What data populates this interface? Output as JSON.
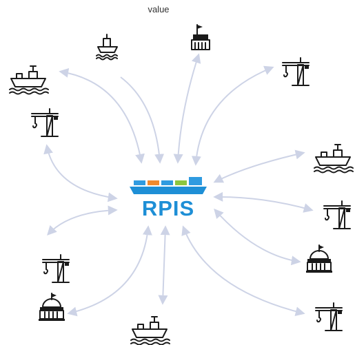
{
  "caption": "value",
  "hub": {
    "label": "RPIS",
    "text_color": "#1e8fd6",
    "block_colors": [
      "#2f9be0",
      "#f28a2e",
      "#2f9be0",
      "#8cc63f",
      "#2f9be0"
    ]
  },
  "connector_color": "#cdd3e6",
  "icon_color": "#1a1a1a",
  "nodes": [
    {
      "id": "ship-top-left",
      "icon": "cargo-ship-icon"
    },
    {
      "id": "ship-top",
      "icon": "small-ship-icon"
    },
    {
      "id": "port-building-top",
      "icon": "port-building-icon"
    },
    {
      "id": "crane-top-right",
      "icon": "crane-icon"
    },
    {
      "id": "crane-left",
      "icon": "crane-icon"
    },
    {
      "id": "ship-right",
      "icon": "cargo-ship-icon"
    },
    {
      "id": "crane-right",
      "icon": "crane-icon"
    },
    {
      "id": "customs-right",
      "icon": "customs-building-icon"
    },
    {
      "id": "crane-lower-left",
      "icon": "crane-icon"
    },
    {
      "id": "customs-bottom-left",
      "icon": "customs-building-icon"
    },
    {
      "id": "ship-bottom",
      "icon": "cargo-ship-icon"
    },
    {
      "id": "crane-bottom-right",
      "icon": "crane-icon"
    }
  ]
}
